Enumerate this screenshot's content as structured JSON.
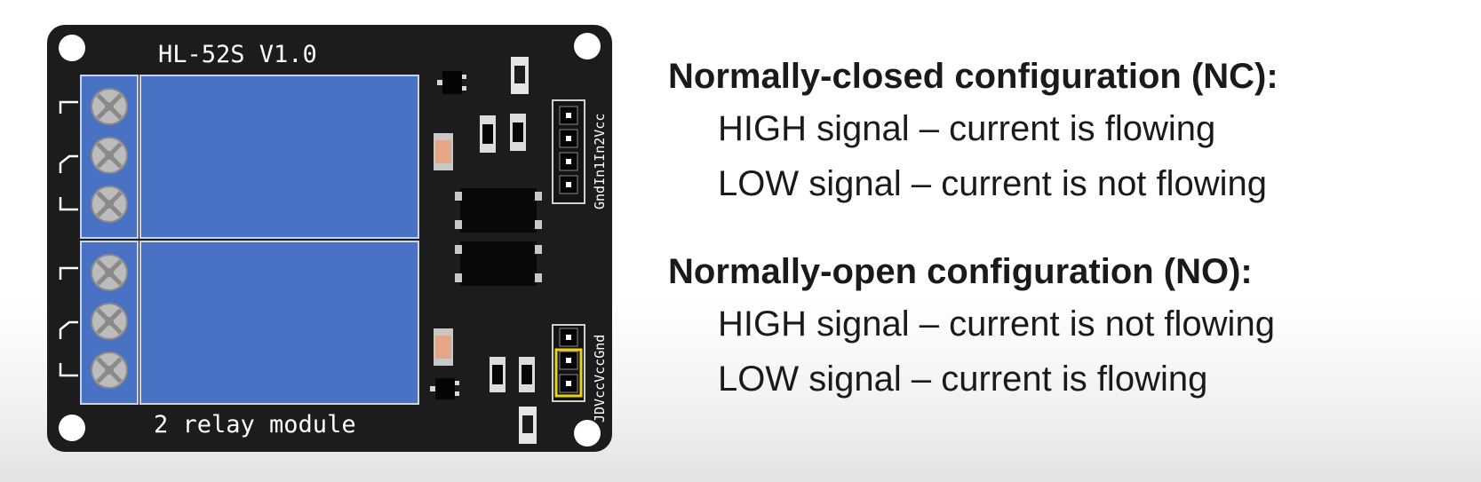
{
  "board": {
    "model_label": "HL-52S V1.0",
    "caption": "2 relay module",
    "pin_header_top": "GndIn1In2Vcc",
    "pin_header_bottom": "JDVccVccGnd"
  },
  "nc": {
    "heading": "Normally-closed configuration (NC):",
    "lines": [
      "HIGH signal – current is flowing",
      "LOW signal – current is not flowing"
    ]
  },
  "no": {
    "heading": "Normally-open configuration (NO):",
    "lines": [
      "HIGH signal – current is not flowing",
      "LOW signal – current is flowing"
    ]
  },
  "colors": {
    "board": "#1c1c1c",
    "relay_blue": "#4a72c4",
    "jumper_outline": "#e6d21a",
    "smd_orange": "#e3a785"
  }
}
